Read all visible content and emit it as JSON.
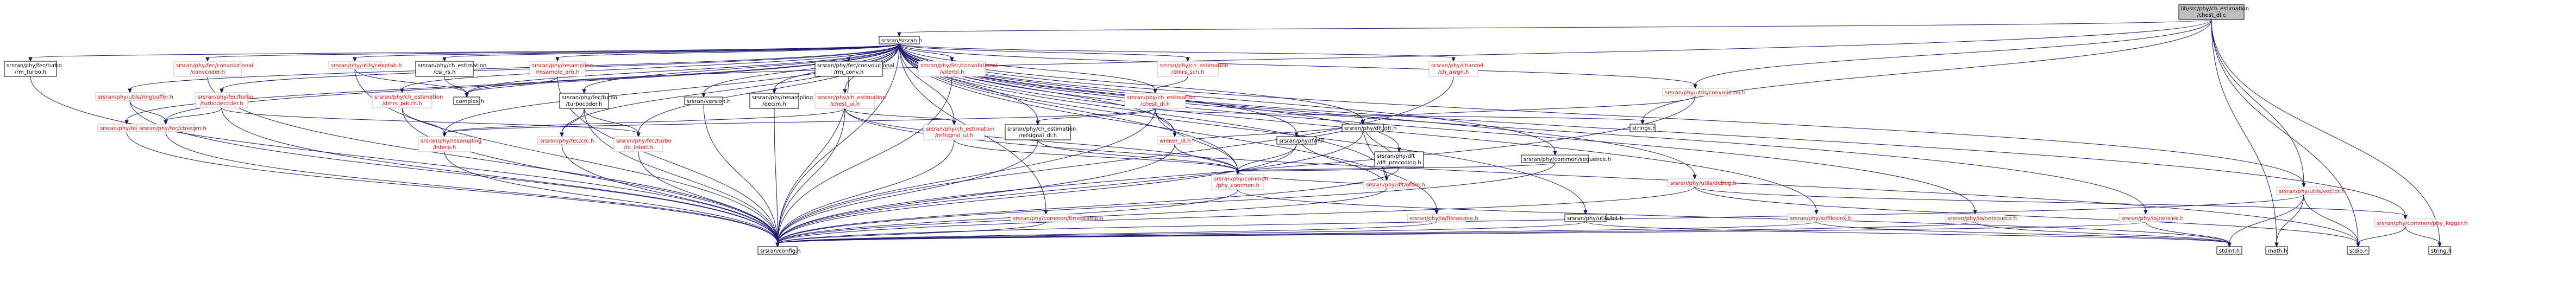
{
  "graph": {
    "nodes": [
      {
        "id": "root",
        "lines": [
          "lib/src/phy/ch_estimation",
          "/chest_dl.c"
        ],
        "color": "dark",
        "is_root": true
      },
      {
        "id": "srsran",
        "lines": [
          "srsran/srsran.h"
        ],
        "color": "dark"
      },
      {
        "id": "turbo_rm",
        "lines": [
          "srsran/phy/fec/turbo",
          "/rm_turbo.h"
        ],
        "color": "dark"
      },
      {
        "id": "conv_coder",
        "lines": [
          "srsran/phy/fec/convolutional",
          "/convcoder.h"
        ],
        "color": "red"
      },
      {
        "id": "ringbuffer",
        "lines": [
          "srsran/phy/utils/ringbuffer.h"
        ],
        "color": "red"
      },
      {
        "id": "turbodecoder",
        "lines": [
          "srsran/phy/fec/turbo",
          "/turbodecoder.h"
        ],
        "color": "red"
      },
      {
        "id": "bitbuf",
        "lines": [
          "srsran/phy/fec/softbuffer.h"
        ],
        "color": "red"
      },
      {
        "id": "tcod_gen",
        "lines": [
          "srsran/phy/fec/cbsegm.h"
        ],
        "color": "red"
      },
      {
        "id": "vector",
        "lines": [
          "srsran/phy/utils/vector.h"
        ],
        "color": "red"
      },
      {
        "id": "phy_logger",
        "lines": [
          "srsran/phy/common/phy_logger.h"
        ],
        "color": "red"
      },
      {
        "id": "cexptab",
        "lines": [
          "srsran/phy/utils/cexptab.h"
        ],
        "color": "red"
      },
      {
        "id": "ch_est_csi",
        "lines": [
          "srsran/phy/ch_estimation",
          "/csi_rs.h"
        ],
        "color": "dark"
      },
      {
        "id": "refsig_pdcch",
        "lines": [
          "srsran/phy/ch_estimation",
          "/dmrs_pdcch.h"
        ],
        "color": "red"
      },
      {
        "id": "resample_arb",
        "lines": [
          "srsran/phy/resampling",
          "/resample_arb.h"
        ],
        "color": "red"
      },
      {
        "id": "complex",
        "lines": [
          "complex.h"
        ],
        "color": "dark"
      },
      {
        "id": "interp",
        "lines": [
          "srsran/phy/resampling",
          "/interp.h"
        ],
        "color": "red"
      },
      {
        "id": "version",
        "lines": [
          "srsran/version.h"
        ],
        "color": "dark"
      },
      {
        "id": "decim",
        "lines": [
          "srsran/phy/resampling",
          "/decim.h"
        ],
        "color": "dark"
      },
      {
        "id": "chest_ul",
        "lines": [
          "srsran/phy/ch_estimation",
          "/chest_ul.h"
        ],
        "color": "red"
      },
      {
        "id": "refsignal_ul",
        "lines": [
          "srsran/phy/ch_estimation",
          "/refsignal_ul.h"
        ],
        "color": "red"
      },
      {
        "id": "tc_interl",
        "lines": [
          "srsran/phy/fec/turbo",
          "/turbocoder.h"
        ],
        "color": "dark"
      },
      {
        "id": "crc",
        "lines": [
          "srsran/phy/fec/crc.h"
        ],
        "color": "red"
      },
      {
        "id": "tc_interl2",
        "lines": [
          "srsran/phy/fec/turbo",
          "/tc_interl.h"
        ],
        "color": "red"
      },
      {
        "id": "conv_rm",
        "lines": [
          "srsran/phy/fec/convolutional",
          "/rm_conv.h"
        ],
        "color": "dark"
      },
      {
        "id": "conv_viterbi",
        "lines": [
          "srsran/phy/fec/convolutional",
          "/viterbi.h"
        ],
        "color": "red"
      },
      {
        "id": "timestamp",
        "lines": [
          "srsran/phy/common/timestamp.h"
        ],
        "color": "red"
      },
      {
        "id": "refsignal_dl",
        "lines": [
          "srsran/phy/ch_estimation",
          "/refsignal_dl.h"
        ],
        "color": "dark"
      },
      {
        "id": "dmrs_sch",
        "lines": [
          "srsran/phy/ch_estimation",
          "/dmrs_sch.h"
        ],
        "color": "red"
      },
      {
        "id": "chest_dl",
        "lines": [
          "srsran/phy/ch_estimation",
          "/chest_dl.h"
        ],
        "color": "red"
      },
      {
        "id": "wiener",
        "lines": [
          "wiener_dl.h"
        ],
        "color": "red"
      },
      {
        "id": "phy_common",
        "lines": [
          "srsran/phy/common",
          "/phy_common.h"
        ],
        "color": "red"
      },
      {
        "id": "rlc",
        "lines": [
          "srsran/phy/rf/rf.h"
        ],
        "color": "dark"
      },
      {
        "id": "dft",
        "lines": [
          "srsran/phy/dft/dft.h"
        ],
        "color": "dark"
      },
      {
        "id": "dft_precoding",
        "lines": [
          "srsran/phy/dft",
          "/dft_precoding.h"
        ],
        "color": "dark"
      },
      {
        "id": "ofdm",
        "lines": [
          "srsran/phy/dft/ofdm.h"
        ],
        "color": "red"
      },
      {
        "id": "ch_awgn",
        "lines": [
          "srsran/phy/channel",
          "/ch_awgn.h"
        ],
        "color": "red"
      },
      {
        "id": "sequence",
        "lines": [
          "srsran/phy/common/sequence.h"
        ],
        "color": "dark"
      },
      {
        "id": "convolution",
        "lines": [
          "srsran/phy/utils/convolution.h"
        ],
        "color": "red"
      },
      {
        "id": "strings",
        "lines": [
          "strings.h"
        ],
        "color": "dark"
      },
      {
        "id": "io_filesource",
        "lines": [
          "srsran/phy/io/filesource.h"
        ],
        "color": "red"
      },
      {
        "id": "bit",
        "lines": [
          "srsran/phy/utils/bit.h"
        ],
        "color": "dark"
      },
      {
        "id": "debug",
        "lines": [
          "srsran/phy/utils/debug.h"
        ],
        "color": "red"
      },
      {
        "id": "io_filesink",
        "lines": [
          "srsran/phy/io/filesink.h"
        ],
        "color": "red"
      },
      {
        "id": "io_netsource",
        "lines": [
          "srsran/phy/io/netsource.h"
        ],
        "color": "red"
      },
      {
        "id": "io_netsink",
        "lines": [
          "srsran/phy/io/netsink.h"
        ],
        "color": "red"
      },
      {
        "id": "config",
        "lines": [
          "srsran/config.h"
        ],
        "color": "dark"
      },
      {
        "id": "stdint",
        "lines": [
          "stdint.h"
        ],
        "color": "dark"
      },
      {
        "id": "stdio",
        "lines": [
          "stdio.h"
        ],
        "color": "dark"
      },
      {
        "id": "mathh",
        "lines": [
          "math.h"
        ],
        "color": "dark"
      },
      {
        "id": "stringh",
        "lines": [
          "string.h"
        ],
        "color": "dark"
      }
    ],
    "edges": [
      [
        "root",
        "srsran"
      ],
      [
        "root",
        "convolution"
      ],
      [
        "root",
        "vector"
      ],
      [
        "root",
        "strings"
      ],
      [
        "root",
        "stdio"
      ],
      [
        "root",
        "mathh"
      ],
      [
        "root",
        "stringh"
      ],
      [
        "root",
        "complex"
      ],
      [
        "srsran",
        "turbo_rm"
      ],
      [
        "srsran",
        "conv_coder"
      ],
      [
        "srsran",
        "ringbuffer"
      ],
      [
        "srsran",
        "turbodecoder"
      ],
      [
        "srsran",
        "cexptab"
      ],
      [
        "srsran",
        "ch_est_csi"
      ],
      [
        "srsran",
        "refsig_pdcch"
      ],
      [
        "srsran",
        "resample_arb"
      ],
      [
        "srsran",
        "version"
      ],
      [
        "srsran",
        "decim"
      ],
      [
        "srsran",
        "chest_ul"
      ],
      [
        "srsran",
        "refsignal_ul"
      ],
      [
        "srsran",
        "tc_interl"
      ],
      [
        "srsran",
        "crc"
      ],
      [
        "srsran",
        "tc_interl2"
      ],
      [
        "srsran",
        "conv_rm"
      ],
      [
        "srsran",
        "conv_viterbi"
      ],
      [
        "srsran",
        "timestamp"
      ],
      [
        "srsran",
        "refsignal_dl"
      ],
      [
        "srsran",
        "dmrs_sch"
      ],
      [
        "srsran",
        "chest_dl"
      ],
      [
        "srsran",
        "wiener"
      ],
      [
        "srsran",
        "phy_common"
      ],
      [
        "srsran",
        "rlc"
      ],
      [
        "srsran",
        "dft"
      ],
      [
        "srsran",
        "dft_precoding"
      ],
      [
        "srsran",
        "ofdm"
      ],
      [
        "srsran",
        "ch_awgn"
      ],
      [
        "srsran",
        "sequence"
      ],
      [
        "srsran",
        "convolution"
      ],
      [
        "srsran",
        "io_filesource"
      ],
      [
        "srsran",
        "bit"
      ],
      [
        "srsran",
        "debug"
      ],
      [
        "srsran",
        "io_filesink"
      ],
      [
        "srsran",
        "io_netsource"
      ],
      [
        "srsran",
        "io_netsink"
      ],
      [
        "srsran",
        "vector"
      ],
      [
        "srsran",
        "phy_logger"
      ],
      [
        "srsran",
        "config"
      ],
      [
        "srsran",
        "complex"
      ],
      [
        "srsran",
        "interp"
      ],
      [
        "srsran",
        "bitbuf"
      ],
      [
        "srsran",
        "tcod_gen"
      ],
      [
        "turbo_rm",
        "config"
      ],
      [
        "conv_coder",
        "config"
      ],
      [
        "ringbuffer",
        "config"
      ],
      [
        "ringbuffer",
        "tcod_gen"
      ],
      [
        "turbodecoder",
        "config"
      ],
      [
        "turbodecoder",
        "tcod_gen"
      ],
      [
        "turbodecoder",
        "tc_interl2"
      ],
      [
        "tcod_gen",
        "config"
      ],
      [
        "bitbuf",
        "config"
      ],
      [
        "cexptab",
        "complex"
      ],
      [
        "cexptab",
        "config"
      ],
      [
        "ch_est_csi",
        "complex"
      ],
      [
        "refsig_pdcch",
        "interp"
      ],
      [
        "refsig_pdcch",
        "config"
      ],
      [
        "resample_arb",
        "complex"
      ],
      [
        "resample_arb",
        "config"
      ],
      [
        "interp",
        "config"
      ],
      [
        "version",
        "config"
      ],
      [
        "decim",
        "config"
      ],
      [
        "chest_ul",
        "interp"
      ],
      [
        "chest_ul",
        "refsignal_ul"
      ],
      [
        "chest_ul",
        "phy_common"
      ],
      [
        "chest_ul",
        "config"
      ],
      [
        "chest_ul",
        "stdio"
      ],
      [
        "refsignal_ul",
        "phy_common"
      ],
      [
        "refsignal_ul",
        "config"
      ],
      [
        "tc_interl",
        "crc"
      ],
      [
        "tc_interl",
        "tc_interl2"
      ],
      [
        "tc_interl",
        "config"
      ],
      [
        "crc",
        "config"
      ],
      [
        "tc_interl2",
        "config"
      ],
      [
        "conv_rm",
        "config"
      ],
      [
        "conv_viterbi",
        "config"
      ],
      [
        "timestamp",
        "config"
      ],
      [
        "refsignal_dl",
        "phy_common"
      ],
      [
        "refsignal_dl",
        "config"
      ],
      [
        "dmrs_sch",
        "chest_dl"
      ],
      [
        "chest_dl",
        "interp"
      ],
      [
        "chest_dl",
        "refsignal_dl"
      ],
      [
        "chest_dl",
        "wiener"
      ],
      [
        "chest_dl",
        "phy_common"
      ],
      [
        "chest_dl",
        "config"
      ],
      [
        "chest_dl",
        "strings"
      ],
      [
        "wiener",
        "phy_common"
      ],
      [
        "wiener",
        "dft"
      ],
      [
        "wiener",
        "config"
      ],
      [
        "phy_common",
        "config"
      ],
      [
        "phy_common",
        "stdint"
      ],
      [
        "rlc",
        "phy_common"
      ],
      [
        "rlc",
        "dft"
      ],
      [
        "rlc",
        "config"
      ],
      [
        "dft",
        "config"
      ],
      [
        "dft_precoding",
        "phy_common"
      ],
      [
        "dft_precoding",
        "dft"
      ],
      [
        "dft_precoding",
        "config"
      ],
      [
        "ofdm",
        "phy_common"
      ],
      [
        "ofdm",
        "dft"
      ],
      [
        "ofdm",
        "rlc"
      ],
      [
        "ofdm",
        "config"
      ],
      [
        "ch_awgn",
        "config"
      ],
      [
        "sequence",
        "phy_common"
      ],
      [
        "sequence",
        "config"
      ],
      [
        "convolution",
        "dft"
      ],
      [
        "convolution",
        "config"
      ],
      [
        "io_filesource",
        "config"
      ],
      [
        "bit",
        "config"
      ],
      [
        "bit",
        "stdint"
      ],
      [
        "debug",
        "phy_logger"
      ],
      [
        "debug",
        "config"
      ],
      [
        "debug",
        "stdio"
      ],
      [
        "io_filesink",
        "config"
      ],
      [
        "io_filesink",
        "stdint"
      ],
      [
        "io_netsource",
        "config"
      ],
      [
        "io_netsource",
        "stdint"
      ],
      [
        "io_netsink",
        "config"
      ],
      [
        "io_netsink",
        "stdint"
      ],
      [
        "vector",
        "config"
      ],
      [
        "vector",
        "stdint"
      ],
      [
        "vector",
        "stdio"
      ],
      [
        "vector",
        "mathh"
      ],
      [
        "phy_logger",
        "stdio"
      ],
      [
        "phy_logger",
        "stringh"
      ]
    ]
  }
}
